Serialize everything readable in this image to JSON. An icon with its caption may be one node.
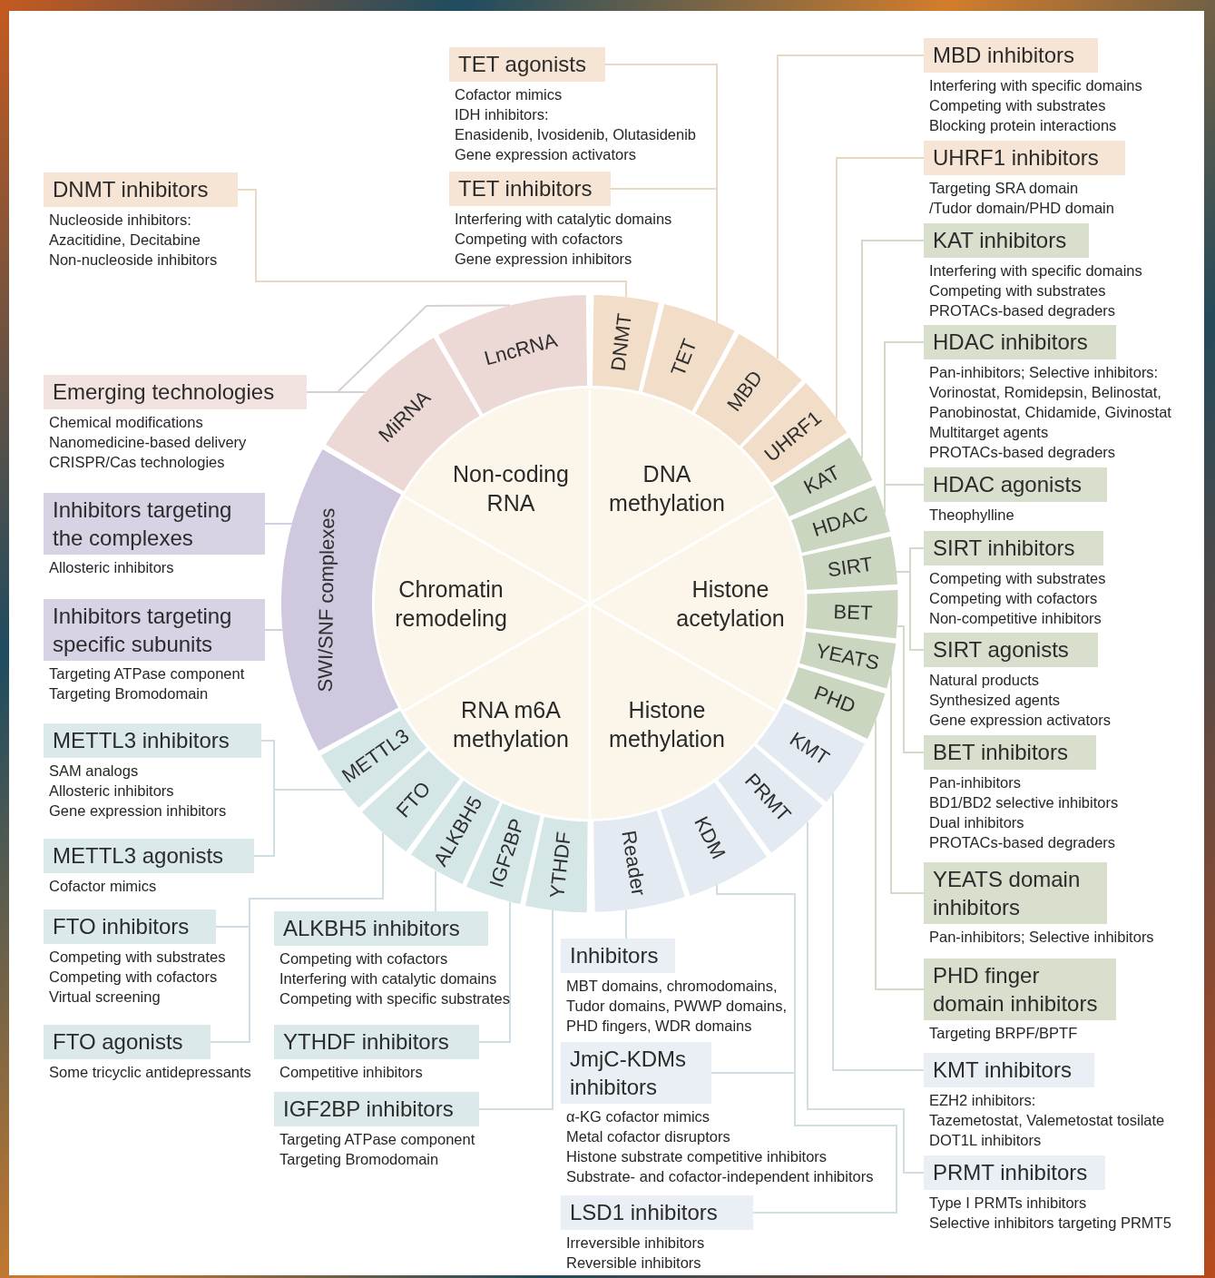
{
  "diagram": {
    "nodes": [
      {
        "text": [
          "Non-coding RNA"
        ]
      },
      {
        "text": [
          "DNA methylation"
        ]
      },
      {
        "text": [
          "Chromatin remodeling"
        ]
      },
      {
        "text": [
          "Histone acetylation"
        ]
      },
      {
        "text": [
          "RNA m6A methylation"
        ]
      },
      {
        "text": [
          "Histone methylation"
        ]
      },
      {
        "text": [
          "DNMT"
        ]
      },
      {
        "text": [
          "TET"
        ]
      },
      {
        "text": [
          "MBD"
        ]
      },
      {
        "text": [
          "UHRF1"
        ]
      },
      {
        "text": [
          "KAT"
        ]
      },
      {
        "text": [
          "HDAC"
        ]
      },
      {
        "text": [
          "SIRT"
        ]
      },
      {
        "text": [
          "BET"
        ]
      },
      {
        "text": [
          "YEATS"
        ]
      },
      {
        "text": [
          "PHD"
        ]
      },
      {
        "text": [
          "KMT"
        ]
      },
      {
        "text": [
          "PRMT"
        ]
      },
      {
        "text": [
          "KDM"
        ]
      },
      {
        "text": [
          "Reader"
        ]
      },
      {
        "text": [
          "YTHDF"
        ]
      },
      {
        "text": [
          "IGF2BP"
        ]
      },
      {
        "text": [
          "ALKBH5"
        ]
      },
      {
        "text": [
          "FTO"
        ]
      },
      {
        "text": [
          "METTL3"
        ]
      },
      {
        "text": [
          "SWI/SNF complexes"
        ]
      },
      {
        "text": [
          "MiRNA"
        ]
      },
      {
        "text": [
          "LncRNA"
        ]
      },
      {
        "text": [
          "DNMT inhibitors"
        ],
        "beside": [
          "Nucleoside inhibitors:",
          "Azacitidine, Decitabine",
          "Non-nucleoside inhibitors"
        ]
      },
      {
        "text": [
          "TET agonists"
        ],
        "beside": [
          "Cofactor mimics",
          "IDH inhibitors:",
          "Enasidenib, Ivosidenib, Olutasidenib",
          "Gene expression activators"
        ]
      },
      {
        "text": [
          "TET inhibitors"
        ],
        "beside": [
          "Interfering with catalytic domains",
          "Competing with cofactors",
          "Gene expression inhibitors"
        ]
      },
      {
        "text": [
          "MBD inhibitors"
        ],
        "beside": [
          "Interfering with specific domains",
          "Competing with substrates",
          "Blocking protein interactions"
        ]
      },
      {
        "text": [
          "UHRF1 inhibitors"
        ],
        "beside": [
          "Targeting SRA domain",
          "/Tudor domain/PHD domain"
        ]
      },
      {
        "text": [
          "KAT inhibitors"
        ],
        "beside": [
          "Interfering with specific domains",
          "Competing with substrates",
          "PROTACs-based degraders"
        ]
      },
      {
        "text": [
          "HDAC inhibitors"
        ],
        "beside": [
          "Pan-inhibitors; Selective inhibitors:",
          "Vorinostat, Romidepsin, Belinostat,",
          "Panobinostat, Chidamide, Givinostat",
          "Multitarget agents",
          "PROTACs-based degraders"
        ]
      },
      {
        "text": [
          "HDAC agonists"
        ],
        "beside": [
          "Theophylline"
        ]
      },
      {
        "text": [
          "SIRT inhibitors"
        ],
        "beside": [
          "Competing with substrates",
          "Competing with cofactors",
          "Non-competitive inhibitors"
        ]
      },
      {
        "text": [
          "SIRT agonists"
        ],
        "beside": [
          "Natural products",
          "Synthesized agents",
          "Gene expression activators"
        ]
      },
      {
        "text": [
          "BET inhibitors"
        ],
        "beside": [
          "Pan-inhibitors",
          "BD1/BD2 selective inhibitors",
          "Dual inhibitors",
          "PROTACs-based degraders"
        ]
      },
      {
        "text": [
          "YEATS domain inhibitors"
        ],
        "beside": [
          "Pan-inhibitors; Selective inhibitors"
        ]
      },
      {
        "text": [
          "PHD finger domain inhibitors"
        ],
        "beside": [
          "Targeting BRPF/BPTF"
        ]
      },
      {
        "text": [
          "KMT inhibitors"
        ],
        "beside": [
          "EZH2 inhibitors:",
          "Tazemetostat, Valemetostat tosilate",
          "DOT1L inhibitors"
        ]
      },
      {
        "text": [
          "PRMT inhibitors"
        ],
        "beside": [
          "Type I PRMTs inhibitors",
          "Selective inhibitors targeting PRMT5"
        ]
      },
      {
        "text": [
          "Inhibitors"
        ],
        "beside": [
          "MBT domains, chromodomains,",
          "Tudor domains, PWWP domains,",
          "PHD fingers, WDR domains"
        ]
      },
      {
        "text": [
          "JmjC-KDMs inhibitors"
        ],
        "beside": [
          "α-KG cofactor mimics",
          "Metal cofactor disruptors",
          "Histone substrate competitive inhibitors",
          "Substrate- and cofactor-independent inhibitors"
        ]
      },
      {
        "text": [
          "LSD1 inhibitors"
        ],
        "beside": [
          "Irreversible inhibitors",
          "Reversible inhibitors"
        ]
      },
      {
        "text": [
          "ALKBH5 inhibitors"
        ],
        "beside": [
          "Competing with cofactors",
          "Interfering with catalytic domains",
          "Competing with specific substrates"
        ]
      },
      {
        "text": [
          "YTHDF inhibitors"
        ],
        "beside": [
          "Competitive inhibitors"
        ]
      },
      {
        "text": [
          "IGF2BP inhibitors"
        ],
        "beside": [
          "Targeting ATPase component",
          "Targeting Bromodomain"
        ]
      },
      {
        "text": [
          "FTO inhibitors"
        ],
        "beside": [
          "Competing with substrates",
          "Competing with cofactors",
          "Virtual screening"
        ]
      },
      {
        "text": [
          "FTO agonists"
        ],
        "beside": [
          "Some tricyclic antidepressants"
        ]
      },
      {
        "text": [
          "METTL3 inhibitors"
        ],
        "beside": [
          "SAM analogs",
          "Allosteric inhibitors",
          "Gene expression inhibitors"
        ]
      },
      {
        "text": [
          "METTL3 agonists"
        ],
        "beside": [
          "Cofactor mimics"
        ]
      },
      {
        "text": [
          "Inhibitors targeting the complexes"
        ],
        "beside": [
          "Allosteric inhibitors"
        ]
      },
      {
        "text": [
          "Inhibitors targeting specific subunits"
        ],
        "beside": [
          "Targeting ATPase component",
          "Targeting Bromodomain"
        ]
      },
      {
        "text": [
          "Emerging technologies"
        ],
        "beside": [
          "Chemical modifications",
          "Nanomedicine-based delivery",
          "CRISPR/Cas technologies"
        ]
      }
    ],
    "edges": [
      {
        "from": 6,
        "to": 28,
        "arrow": "none",
        "color": "#e9d8c4"
      },
      {
        "from": 7,
        "to": 29,
        "arrow": "none",
        "color": "#e9d8c4"
      },
      {
        "from": 7,
        "to": 30,
        "arrow": "none",
        "color": "#e9d8c4"
      },
      {
        "from": 8,
        "to": 31,
        "arrow": "none",
        "color": "#e9d8c4"
      },
      {
        "from": 9,
        "to": 32,
        "arrow": "none",
        "color": "#e9d8c4"
      },
      {
        "from": 10,
        "to": 33,
        "arrow": "none",
        "color": "#d2dbc8"
      },
      {
        "from": 11,
        "to": 34,
        "arrow": "none",
        "color": "#d2dbc8"
      },
      {
        "from": 11,
        "to": 35,
        "arrow": "none",
        "color": "#d2dbc8"
      },
      {
        "from": 12,
        "to": 36,
        "arrow": "none",
        "color": "#d2dbc8"
      },
      {
        "from": 12,
        "to": 37,
        "arrow": "none",
        "color": "#d2dbc8"
      },
      {
        "from": 13,
        "to": 38,
        "arrow": "none",
        "color": "#d2dbc8"
      },
      {
        "from": 14,
        "to": 39,
        "arrow": "none",
        "color": "#d2dbc8"
      },
      {
        "from": 15,
        "to": 40,
        "arrow": "none",
        "color": "#d2dbc8"
      },
      {
        "from": 16,
        "to": 41,
        "arrow": "none"
      },
      {
        "from": 17,
        "to": 42,
        "arrow": "none"
      },
      {
        "from": 19,
        "to": 43,
        "arrow": "none"
      },
      {
        "from": 18,
        "to": 44,
        "arrow": "none"
      },
      {
        "from": 18,
        "to": 45,
        "arrow": "none"
      },
      {
        "from": 20,
        "to": 48,
        "arrow": "none"
      },
      {
        "from": 21,
        "to": 47,
        "arrow": "none"
      },
      {
        "from": 22,
        "to": 46,
        "arrow": "none"
      },
      {
        "from": 23,
        "to": 49,
        "arrow": "none"
      },
      {
        "from": 23,
        "to": 50,
        "arrow": "none"
      },
      {
        "from": 24,
        "to": 51,
        "arrow": "none"
      },
      {
        "from": 24,
        "to": 52,
        "arrow": "none"
      },
      {
        "from": 25,
        "to": 53,
        "arrow": "none",
        "color": "#d3cee2"
      },
      {
        "from": 25,
        "to": 54,
        "arrow": "none",
        "color": "#d3cee2"
      },
      {
        "from": 26,
        "to": 55,
        "arrow": "none",
        "color": "#d8d0d0"
      },
      {
        "from": 27,
        "to": 55,
        "arrow": "none",
        "color": "#d8d0d0"
      }
    ]
  }
}
